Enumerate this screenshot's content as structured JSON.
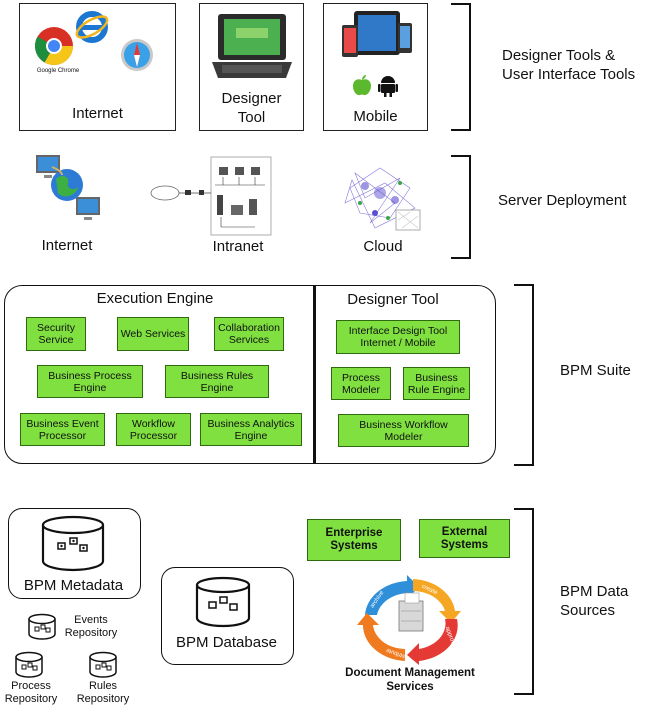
{
  "tools": {
    "internet": "Internet",
    "designer_tool": "Designer\nTool",
    "mobile": "Mobile",
    "chrome_caption": "Google Chrome",
    "brace_label": "Designer Tools &\nUser Interface Tools"
  },
  "deployment": {
    "internet": "Internet",
    "intranet": "Intranet",
    "cloud": "Cloud",
    "brace_label": "Server Deployment"
  },
  "suite": {
    "execution_title": "Execution Engine",
    "designer_title": "Designer Tool",
    "brace_label": "BPM Suite",
    "exec_boxes": [
      "Security\nService",
      "Web Services",
      "Collaboration\nServices",
      "Business Process\nEngine",
      "Business Rules\nEngine",
      "Business Event\nProcessor",
      "Workflow\nProcessor",
      "Business Analytics\nEngine"
    ],
    "designer_boxes": [
      "Interface Design Tool\nInternet / Mobile",
      "Process\nModeler",
      "Business\nRule Engine",
      "Business Workflow\nModeler"
    ]
  },
  "sources": {
    "bpm_metadata": "BPM Metadata",
    "events_repo": "Events\nRepository",
    "process_repo": "Process\nRepository",
    "rules_repo": "Rules\nRepository",
    "bpm_database": "BPM Database",
    "enterprise": "Enterprise\nSystems",
    "external": "External\nSystems",
    "dms": "Document Management\nServices",
    "cycle_words": [
      "archive",
      "create",
      "approve",
      "distribute"
    ],
    "brace_label": "BPM Data\nSources"
  },
  "colors": {
    "green_box": "#7fe040",
    "green_border": "#2e6b10"
  }
}
